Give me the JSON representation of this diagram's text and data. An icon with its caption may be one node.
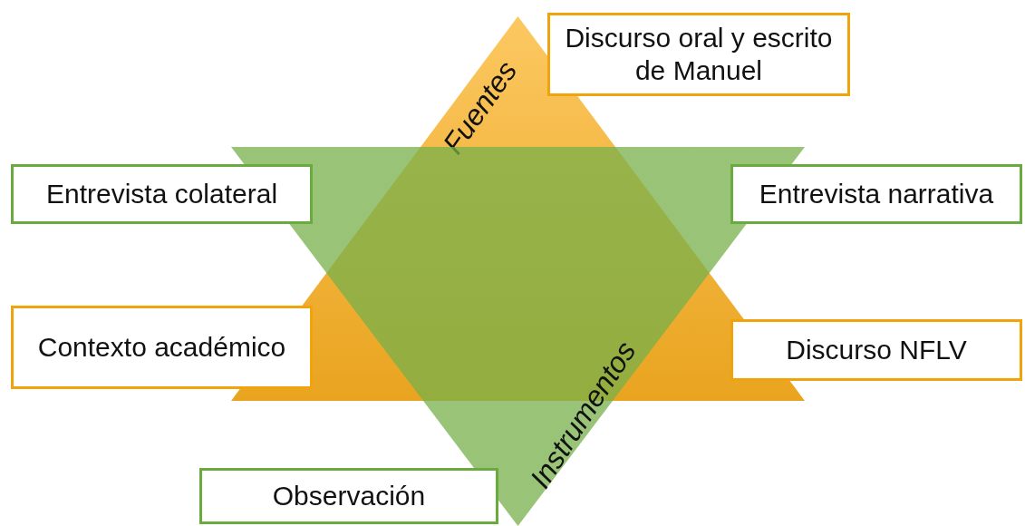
{
  "diagram": {
    "nodes": [
      {
        "text": [
          "Fuentes"
        ]
      },
      {
        "text": [
          "Instrumentos"
        ]
      },
      {
        "text": [
          "Discurso oral y escrito de Manuel"
        ]
      },
      {
        "text": [
          "Entrevista colateral"
        ]
      },
      {
        "text": [
          "Entrevista narrativa"
        ]
      },
      {
        "text": [
          "Contexto académico"
        ]
      },
      {
        "text": [
          "Discurso NFLV"
        ]
      },
      {
        "text": [
          "Observación"
        ]
      }
    ],
    "edges": []
  }
}
